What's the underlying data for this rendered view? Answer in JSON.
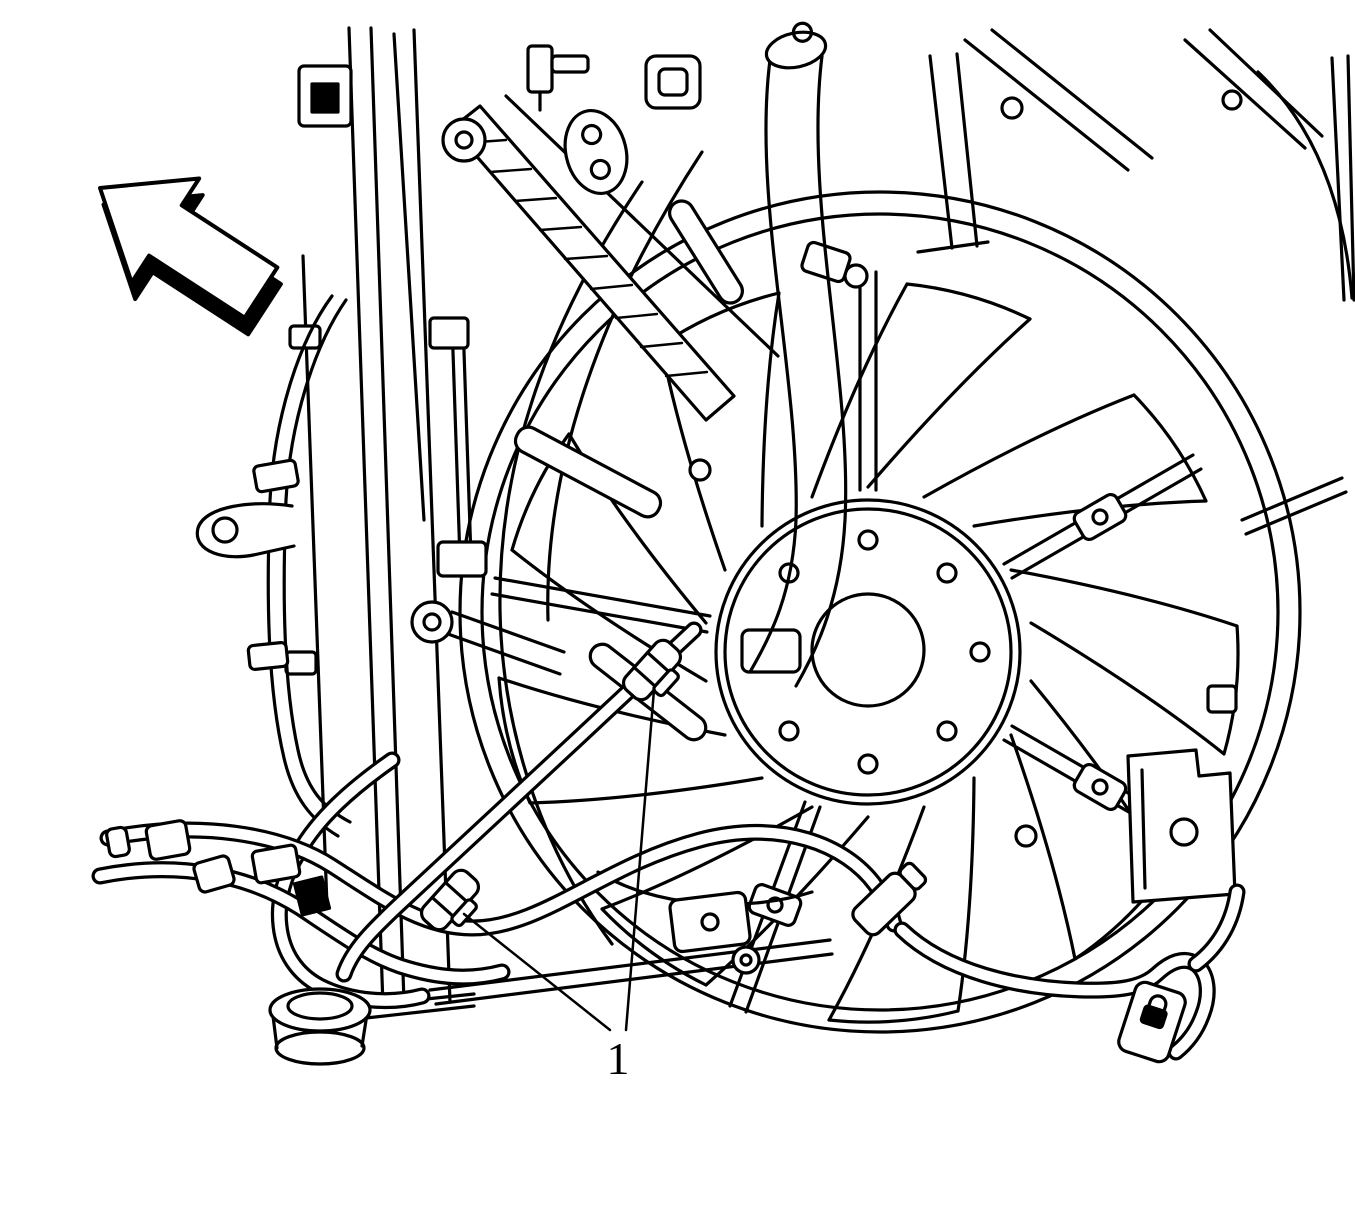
{
  "figure": {
    "callout": {
      "label": "1"
    },
    "parts": [
      "direction-arrow",
      "radiator-end-tank",
      "diagonal-support-strut",
      "cooling-fan-shroud",
      "fan-blades",
      "fan-motor-hub",
      "engine-harness-hose",
      "transmission-oil-cooler-pipes",
      "pipe-retainer-clips",
      "radiator-drain-cock",
      "quick-connect-fitting",
      "mounting-bracket"
    ]
  },
  "colors": {
    "line": "#000000",
    "background": "#ffffff"
  }
}
